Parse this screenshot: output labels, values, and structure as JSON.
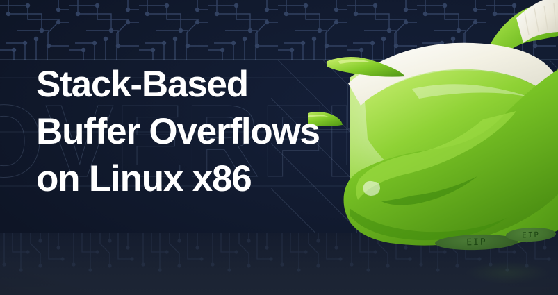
{
  "banner": {
    "background_color": "#0f1729",
    "accent_green": "#7ac943",
    "text_color": "#ffffff",
    "ghost_text": "OVERFLOW",
    "headline_lines": [
      "Stack-Based",
      "Buffer Overflows",
      "on Linux x86"
    ]
  },
  "artwork": {
    "bucket_label": "tux-penguin-logo",
    "paint_color_light": "#a6e04a",
    "paint_color_mid": "#7ac62f",
    "paint_color_dark": "#4e9a16",
    "lid_color": "#f2f0e6",
    "splashes": [
      {
        "name": "splash-drop-upper"
      },
      {
        "name": "splash-drop-lower"
      }
    ]
  },
  "puddles": [
    {
      "label": "EIP",
      "name": "eip-puddle-left"
    },
    {
      "label": "EIP",
      "name": "eip-puddle-right"
    }
  ]
}
